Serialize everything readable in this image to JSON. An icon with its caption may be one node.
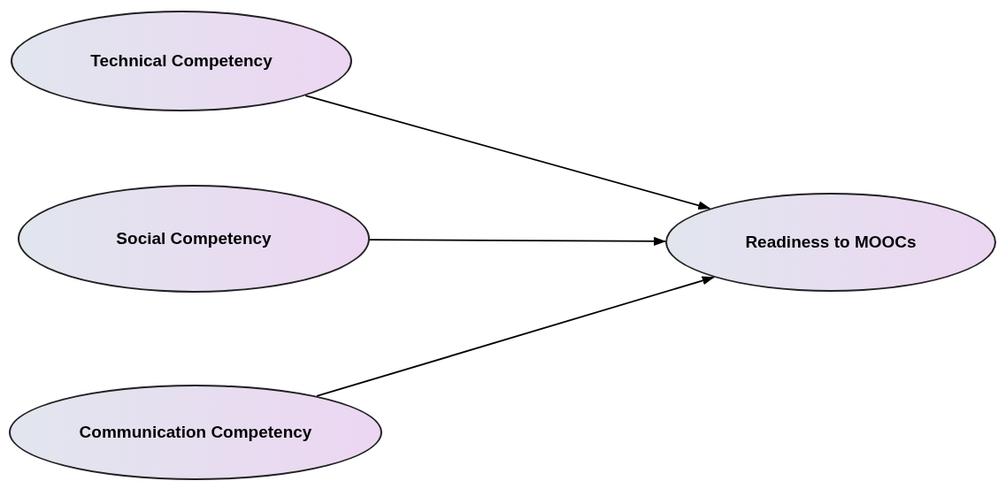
{
  "diagram": {
    "nodes": [
      {
        "text": [
          "Technical Competency"
        ]
      },
      {
        "text": [
          "Social Competency"
        ]
      },
      {
        "text": [
          "Communication Competency"
        ]
      },
      {
        "text": [
          "Readiness to MOOCs"
        ]
      }
    ],
    "edges": [
      {
        "from": 0,
        "to": 3,
        "arrow": "to"
      },
      {
        "from": 1,
        "to": 3,
        "arrow": "to"
      },
      {
        "from": 2,
        "to": 3,
        "arrow": "to"
      }
    ]
  }
}
